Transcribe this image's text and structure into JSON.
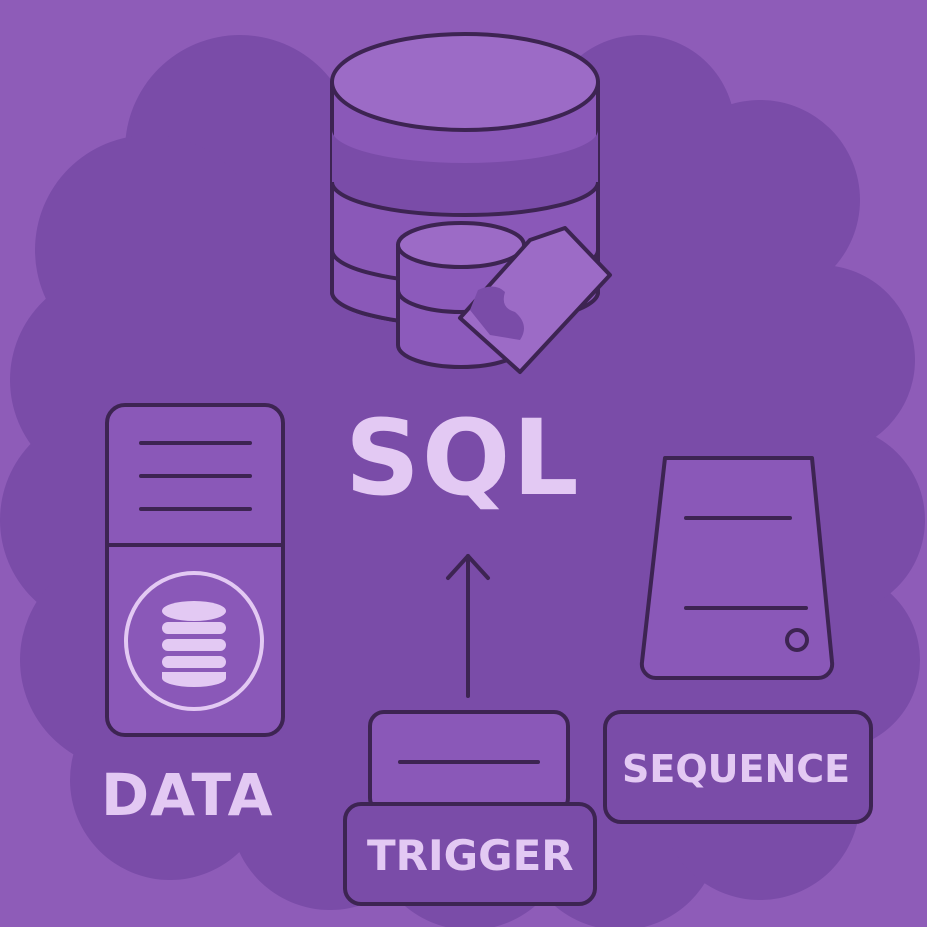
{
  "title": "SQL",
  "labels": {
    "data": "DATA",
    "trigger": "TRIGGER",
    "sequence": "SEQUENCE"
  },
  "colors": {
    "background": "#8e5cb8",
    "cloud": "#7a4ca8",
    "icon_fill": "#8f5cbd",
    "icon_fill_light": "#9c6bc6",
    "outline": "#3d2452",
    "text": "#e3c9f3"
  },
  "icons": [
    "database-icon",
    "small-database-icon",
    "tag-icon",
    "document-server-icon",
    "database-badge-icon",
    "arrow-up-icon",
    "trigger-box-icon",
    "storage-drive-icon"
  ]
}
